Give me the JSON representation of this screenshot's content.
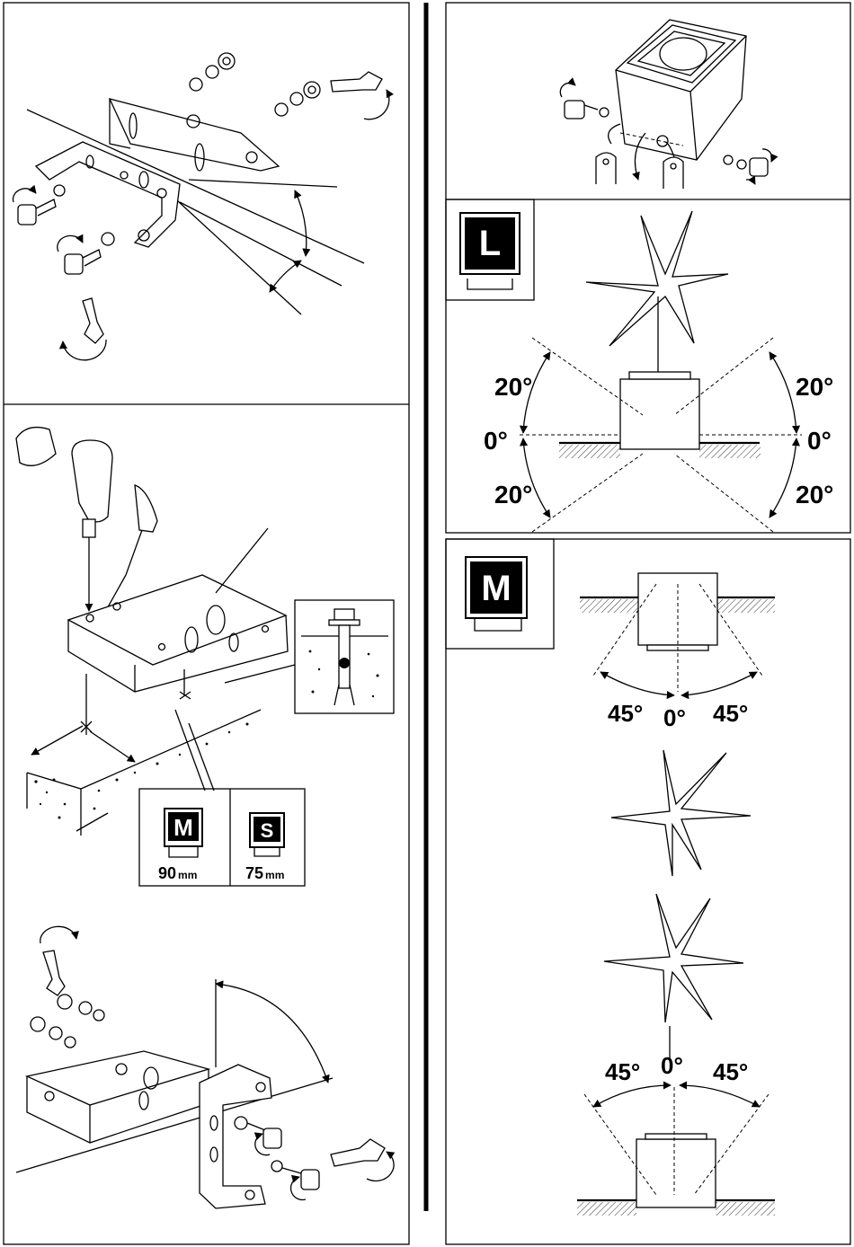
{
  "size_labels": {
    "m_badge": "M",
    "s_badge": "S",
    "m_value": "90",
    "s_value": "75",
    "unit": "mm"
  },
  "panel_L": {
    "badge": "L",
    "angle_top_left": "20°",
    "angle_mid_left": "0°",
    "angle_bot_left": "20°",
    "angle_top_right": "20°",
    "angle_mid_right": "0°",
    "angle_bot_right": "20°"
  },
  "panel_M": {
    "badge": "M",
    "top_angle_left": "45°",
    "top_angle_mid": "0°",
    "top_angle_right": "45°",
    "bot_angle_left": "45°",
    "bot_angle_mid": "0°",
    "bot_angle_right": "45°"
  }
}
